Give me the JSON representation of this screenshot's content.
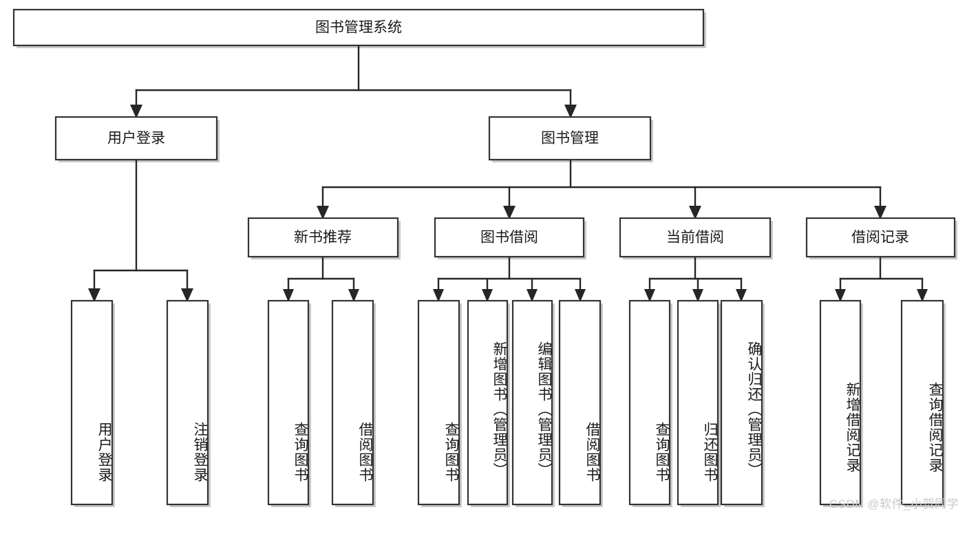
{
  "diagram": {
    "title": "图书管理系统",
    "watermark": "CSDN @软件_小贺同学",
    "colors": {
      "box_stroke": "#333333",
      "box_fill": "#ffffff",
      "connector": "#262626",
      "shadow": "#b8b8b8",
      "text": "#1a1a1a",
      "watermark": "#c9c9c9"
    },
    "levels": {
      "root": {
        "label": "图书管理系统"
      },
      "level2": [
        {
          "id": "user-login",
          "label": "用户登录"
        },
        {
          "id": "book-management",
          "label": "图书管理"
        }
      ],
      "level3": [
        {
          "id": "new-book-recommend",
          "label": "新书推荐",
          "parent": "book-management"
        },
        {
          "id": "book-borrow",
          "label": "图书借阅",
          "parent": "book-management"
        },
        {
          "id": "current-borrow",
          "label": "当前借阅",
          "parent": "book-management"
        },
        {
          "id": "borrow-record",
          "label": "借阅记录",
          "parent": "book-management"
        }
      ],
      "leaves": [
        {
          "id": "leaf-user-login",
          "label": "用户登录",
          "parent": "user-login"
        },
        {
          "id": "leaf-user-logout",
          "label": "注销登录",
          "parent": "user-login"
        },
        {
          "id": "leaf-query-book-1",
          "label": "查询图书",
          "parent": "new-book-recommend"
        },
        {
          "id": "leaf-borrow-book-1",
          "label": "借阅图书",
          "parent": "new-book-recommend"
        },
        {
          "id": "leaf-query-book-2",
          "label": "查询图书",
          "parent": "book-borrow"
        },
        {
          "id": "leaf-add-book",
          "label": "新增图书（管理员）",
          "parent": "book-borrow"
        },
        {
          "id": "leaf-edit-book",
          "label": "编辑图书（管理员）",
          "parent": "book-borrow"
        },
        {
          "id": "leaf-borrow-book-2",
          "label": "借阅图书",
          "parent": "book-borrow"
        },
        {
          "id": "leaf-query-book-3",
          "label": "查询图书",
          "parent": "current-borrow"
        },
        {
          "id": "leaf-return-book",
          "label": "归还图书",
          "parent": "current-borrow"
        },
        {
          "id": "leaf-confirm-return",
          "label": "确认归还（管理员）",
          "parent": "current-borrow"
        },
        {
          "id": "leaf-add-record",
          "label": "新增借阅记录",
          "parent": "borrow-record"
        },
        {
          "id": "leaf-query-record",
          "label": "查询借阅记录",
          "parent": "borrow-record"
        }
      ]
    }
  }
}
